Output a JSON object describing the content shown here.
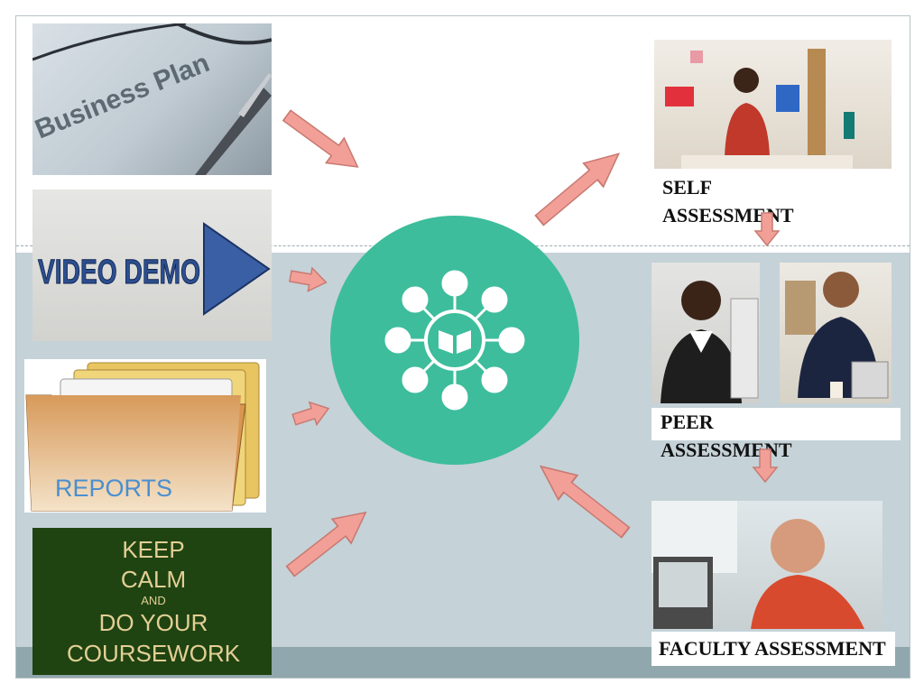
{
  "sources": {
    "business_plan": {
      "text": "Business Plan"
    },
    "video_demo": {
      "text": "VIDEO DEMO"
    },
    "reports": {
      "text": "REPORTS"
    },
    "keep_calm": {
      "line1": "KEEP",
      "line2": "CALM",
      "line3": "AND",
      "line4": "DO YOUR",
      "line5": "COURSEWORK"
    }
  },
  "hub": {
    "icon": "network-book-icon",
    "color": "#3dbd9b"
  },
  "assessments": {
    "self": {
      "label": "SELF\nASSESSMENT"
    },
    "peer": {
      "label": "PEER\nASSESSMENT"
    },
    "faculty": {
      "label": "FACULTY ASSESSMENT"
    }
  },
  "colors": {
    "arrow": "#f2a097",
    "arrow_stroke": "#c87a72",
    "mid_band": "#c5d2d8",
    "bottom_band": "#8fa7ad"
  }
}
